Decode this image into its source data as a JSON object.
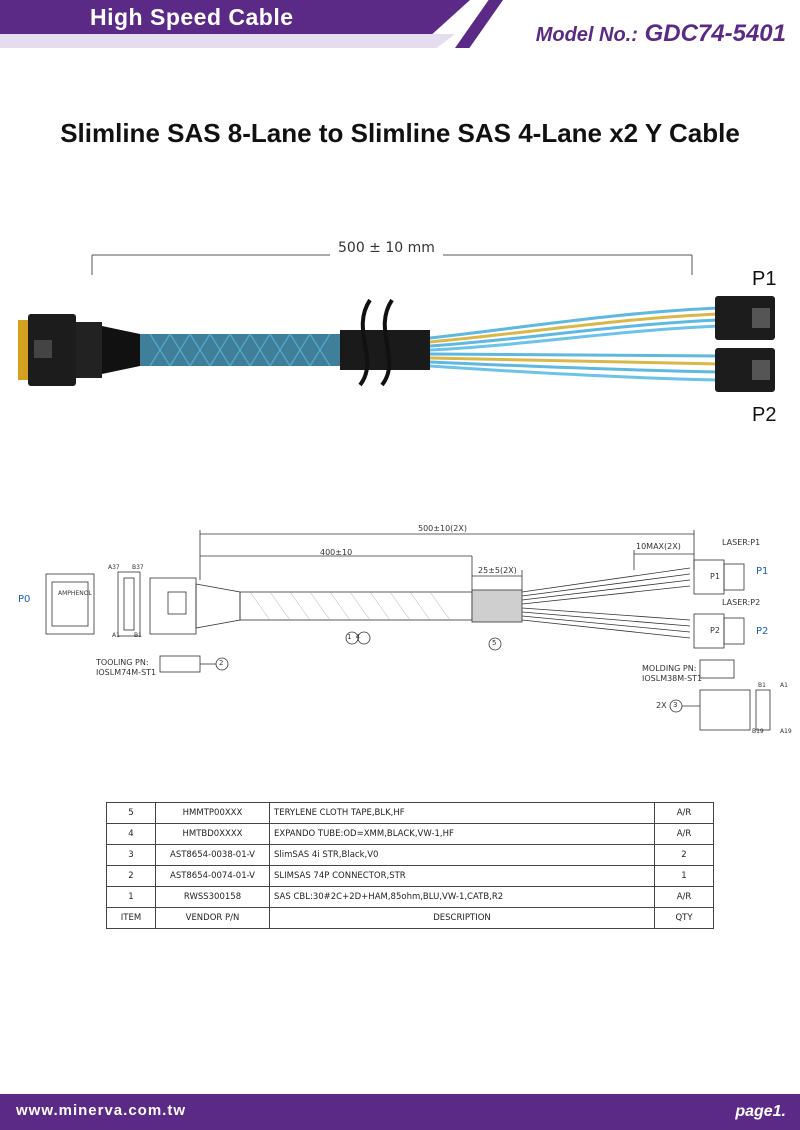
{
  "header": {
    "category": "High Speed Cable",
    "model_label": "Model No.:",
    "model_number": "GDC74-5401"
  },
  "title": "Slimline SAS 8-Lane to Slimline SAS 4-Lane x2 Y Cable",
  "photo": {
    "length_label": "500 ± 10 mm",
    "port1": "P1",
    "port2": "P2"
  },
  "drawing": {
    "overall": "500±10(2X)",
    "trunk": "400±10",
    "tape": "25±5(2X)",
    "breakout": "10MAX(2X)",
    "laser_p1": "LASER:P1",
    "laser_p2": "LASER:P2",
    "port0": "P0",
    "port1": "P1",
    "port2": "P2",
    "tooling": "TOOLING PN:",
    "tooling_pn": "IOSLM74M-ST1",
    "molding": "MOLDING PN:",
    "molding_pn": "IOSLM38M-ST1",
    "pin_a37": "A37",
    "pin_b37": "B37",
    "pin_a1": "A1",
    "pin_b1": "B1",
    "pin_b1r": "B1",
    "pin_a1r": "A1",
    "pin_b19": "B19",
    "pin_a19": "A19",
    "callout_cable": "14",
    "callout_tape": "5",
    "callout_conn": "2",
    "callout_conn2": "3",
    "conn2_qty": "2X",
    "p0_conn_text": "AMPHENOL",
    "p1_label": "P1",
    "p2_label": "P2"
  },
  "bom": {
    "rows": [
      {
        "item": "5",
        "pn": "HMMTP00XXX",
        "desc": "TERYLENE  CLOTH TAPE,BLK,HF",
        "qty": "A/R"
      },
      {
        "item": "4",
        "pn": "HMTBD0XXXX",
        "desc": "EXPANDO  TUBE:OD=XMM,BLACK,VW-1,HF",
        "qty": "A/R"
      },
      {
        "item": "3",
        "pn": "AST8654-0038-01-V",
        "desc": "SlimSAS  4i  STR,Black,V0",
        "qty": "2"
      },
      {
        "item": "2",
        "pn": "AST8654-0074-01-V",
        "desc": "SLIMSAS  74P  CONNECTOR,STR",
        "qty": "1"
      },
      {
        "item": "1",
        "pn": "RWSS300158",
        "desc": "SAS  CBL:30#2C+2D+HAM,85ohm,BLU,VW-1,CATB,R2",
        "qty": "A/R"
      }
    ],
    "header": {
      "item": "ITEM",
      "pn": "VENDOR  P/N",
      "desc": "DESCRIPTION",
      "qty": "QTY"
    }
  },
  "footer": {
    "website": "www.minerva.com.tw",
    "page": "page1."
  },
  "colors": {
    "brand": "#5b2a86",
    "brand_light": "#e6dcef",
    "cable_blue": "#4aa6d6",
    "connector": "#1c1c1c",
    "pins": "#d4a020"
  }
}
